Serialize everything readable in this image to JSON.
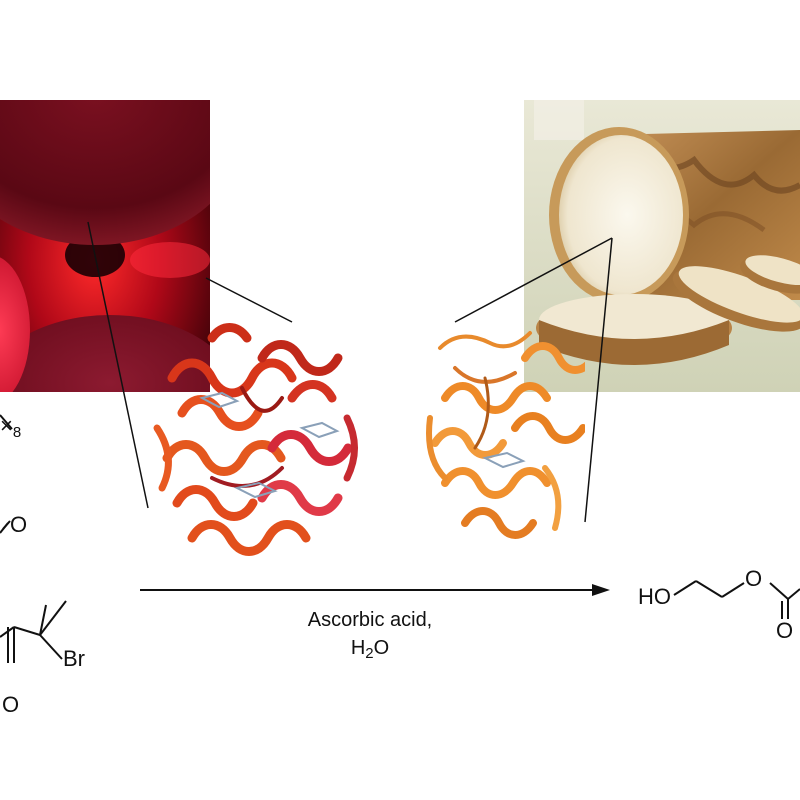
{
  "left_molecule": {
    "repeat_label": "8",
    "atoms": {
      "o_upper": "O",
      "br": "Br",
      "o_lower": "O"
    }
  },
  "reaction": {
    "reagent": "Ascorbic acid,",
    "solvent_main": "H",
    "solvent_sub": "2",
    "solvent_tail": "O"
  },
  "product": {
    "ho": "HO",
    "o_ether": "O",
    "o_carbonyl": "O"
  },
  "images": {
    "left_photo": "red-blood-cells",
    "right_photo": "horseradish-root"
  },
  "colors": {
    "hemoglobin_ribbon": "#e0401e",
    "peroxidase_ribbon": "#f08a25",
    "rbc_dark": "#4a0810",
    "rbc_bright": "#e8102a",
    "root_peel": "#b07a3e",
    "root_flesh": "#f4efe0"
  }
}
